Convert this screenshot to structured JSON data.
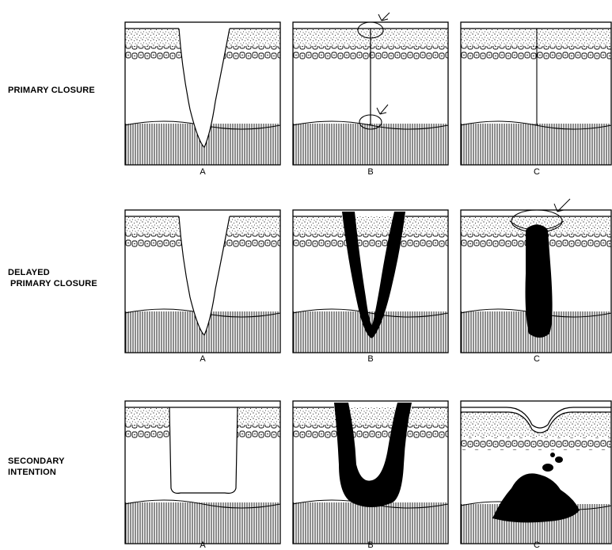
{
  "rows": [
    {
      "label_lines": [
        "PRIMARY CLOSURE"
      ],
      "panels": [
        "A",
        "B",
        "C"
      ]
    },
    {
      "label_lines": [
        "DELAYED",
        "PRIMARY CLOSURE"
      ],
      "panels": [
        "A",
        "B",
        "C"
      ]
    },
    {
      "label_lines": [
        "SECONDARY",
        "INTENTION"
      ],
      "panels": [
        "A",
        "B",
        "C"
      ]
    }
  ],
  "colors": {
    "ink": "#000000",
    "paper": "#ffffff"
  }
}
